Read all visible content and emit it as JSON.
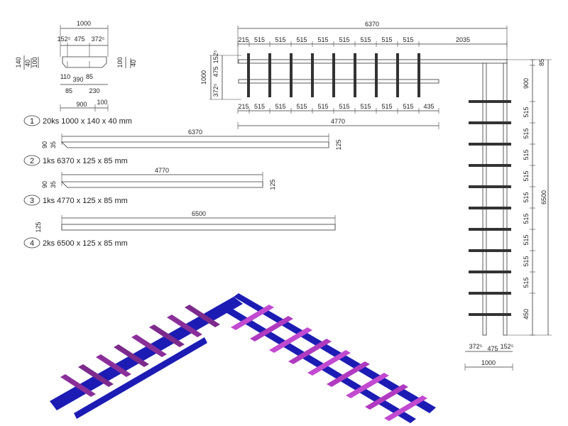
{
  "part1": {
    "number": "1",
    "caption": "20ks 1000 x 140 x 40 mm",
    "dims": {
      "total": "1000",
      "left": "152⁵",
      "mid": "475",
      "right": "372⁵",
      "h140": "140",
      "h40": "40",
      "h100": "100",
      "rh100": "100",
      "rh40": "40",
      "b110": "110",
      "b390": "390",
      "b85": "85",
      "b85b": "85",
      "b230": "230",
      "b900": "900",
      "b100": "100"
    }
  },
  "part2": {
    "number": "2",
    "caption": "1ks 6370 x 125 x 85 mm",
    "length": "6370",
    "h90": "90",
    "h35": "35",
    "h125": "125"
  },
  "part3": {
    "number": "3",
    "caption": "1ks 4770 x 125 x 85 mm",
    "length": "4770",
    "h90": "90",
    "h35": "35",
    "h125": "125"
  },
  "part4": {
    "number": "4",
    "caption": "2ks 6500 x 125 x 85 mm",
    "length": "6500",
    "h125": "125"
  },
  "plan_top": {
    "total": "6370",
    "top_segments": [
      "215",
      "515",
      "515",
      "515",
      "515",
      "515",
      "515",
      "515",
      "515",
      "2035"
    ],
    "bottom_segments": [
      "215",
      "515",
      "515",
      "515",
      "515",
      "515",
      "515",
      "515",
      "515",
      "435"
    ],
    "bottom_total": "4770",
    "left_total": "1000",
    "left_a": "152⁵",
    "left_b": "475",
    "left_c": "372⁵"
  },
  "plan_right": {
    "total": "6500",
    "segments": [
      "85",
      "900",
      "515",
      "515",
      "515",
      "515",
      "515",
      "515",
      "515",
      "515",
      "515",
      "450"
    ],
    "bottom_a": "372⁵",
    "bottom_b": "475",
    "bottom_c": "152⁵",
    "bottom_total": "1000"
  },
  "colors": {
    "beam": "#1c1cb4",
    "beam_dark": "#0b0b6e",
    "slat": "#7c2a8c",
    "slat_bright": "#b03ac0",
    "line": "#333333"
  }
}
